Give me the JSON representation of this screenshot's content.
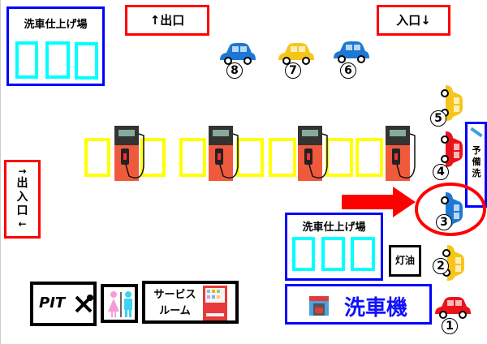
{
  "finishing_area_top": {
    "title": "洗車仕上げ場"
  },
  "exit_sign": {
    "label": "↑出口"
  },
  "entrance_sign": {
    "label": "入口↓"
  },
  "side_entrance": {
    "arrow_top": "→",
    "label": "出入口",
    "arrow_bottom": "←"
  },
  "finishing_area_mid": {
    "title": "洗車仕上げ場"
  },
  "kerosene": {
    "label": "灯油"
  },
  "car_wash": {
    "label": "洗車機"
  },
  "pre_wash": {
    "label": "予備洗"
  },
  "pit": {
    "label": "PIT"
  },
  "service_room": {
    "line1": "サービス",
    "line2": "ルーム"
  },
  "cars": [
    {
      "number": "①",
      "color": "#e8141a"
    },
    {
      "number": "②",
      "color": "#f7c51a"
    },
    {
      "number": "③",
      "color": "#1c78d4"
    },
    {
      "number": "④",
      "color": "#e8141a"
    },
    {
      "number": "⑤",
      "color": "#f7c51a"
    },
    {
      "number": "⑥",
      "color": "#1c78d4"
    },
    {
      "number": "⑦",
      "color": "#f7c51a"
    },
    {
      "number": "⑧",
      "color": "#1c78d4"
    }
  ],
  "colors": {
    "highlight": "#ff0000",
    "pump": "#f05a3c"
  }
}
